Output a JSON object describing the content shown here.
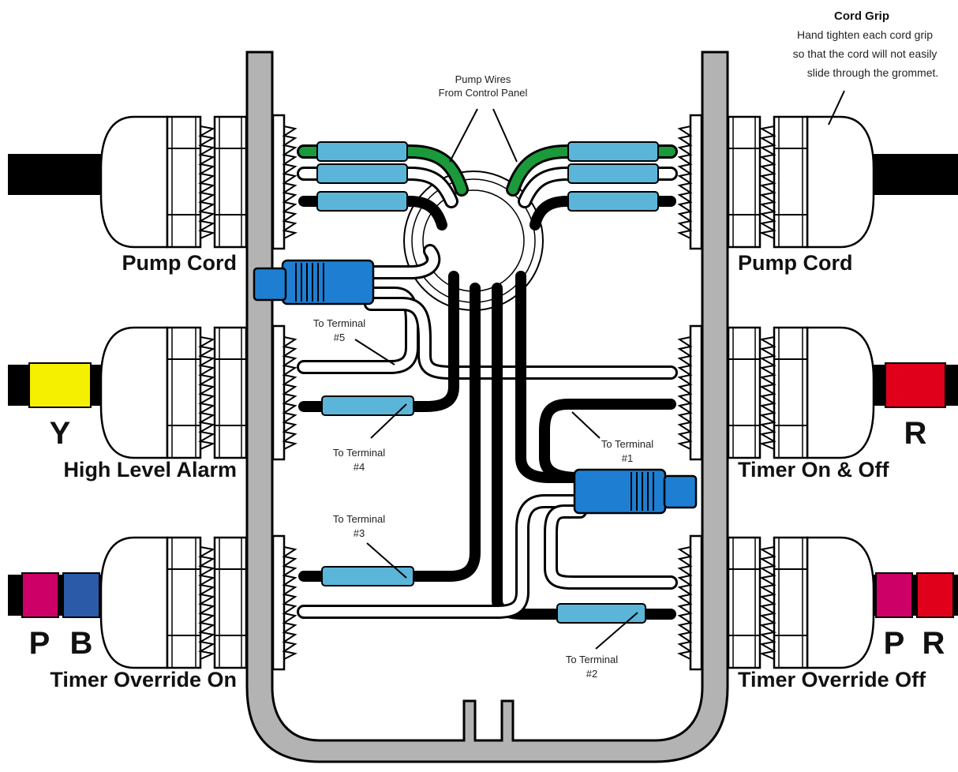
{
  "cord_grip": {
    "title": "Cord Grip",
    "lines": [
      "Hand tighten each cord grip",
      "so that the cord will not easily",
      "slide through the grommet."
    ]
  },
  "pump_wires": {
    "line1": "Pump Wires",
    "line2": "From Control Panel"
  },
  "left_labels": {
    "pump_cord": "Pump Cord",
    "high_level_alarm": "High Level Alarm",
    "alarm_code": "Y",
    "timer_override_on": "Timer Override On",
    "override_on_code_1": "P",
    "override_on_code_2": "B"
  },
  "right_labels": {
    "pump_cord": "Pump Cord",
    "timer_on_off": "Timer On & Off",
    "timer_code": "R",
    "timer_override_off": "Timer Override Off",
    "override_off_code_1": "P",
    "override_off_code_2": "R"
  },
  "terminals": {
    "t1": {
      "line1": "To Terminal",
      "line2": "#1"
    },
    "t2": {
      "line1": "To Terminal",
      "line2": "#2"
    },
    "t3": {
      "line1": "To Terminal",
      "line2": "#3"
    },
    "t4": {
      "line1": "To Terminal",
      "line2": "#4"
    },
    "t5": {
      "line1": "To Terminal",
      "line2": "#5"
    }
  },
  "colors": {
    "connector_blue": "#5bb5d8",
    "wire_nut_blue": "#1e7fd2",
    "ground_green": "#1a9a3a",
    "yellow_band": "#f5f000",
    "red_band": "#e0001b",
    "pink_band": "#cc0066",
    "blue_band": "#2b5aa8",
    "enclosure_gray": "#b3b3b3"
  }
}
